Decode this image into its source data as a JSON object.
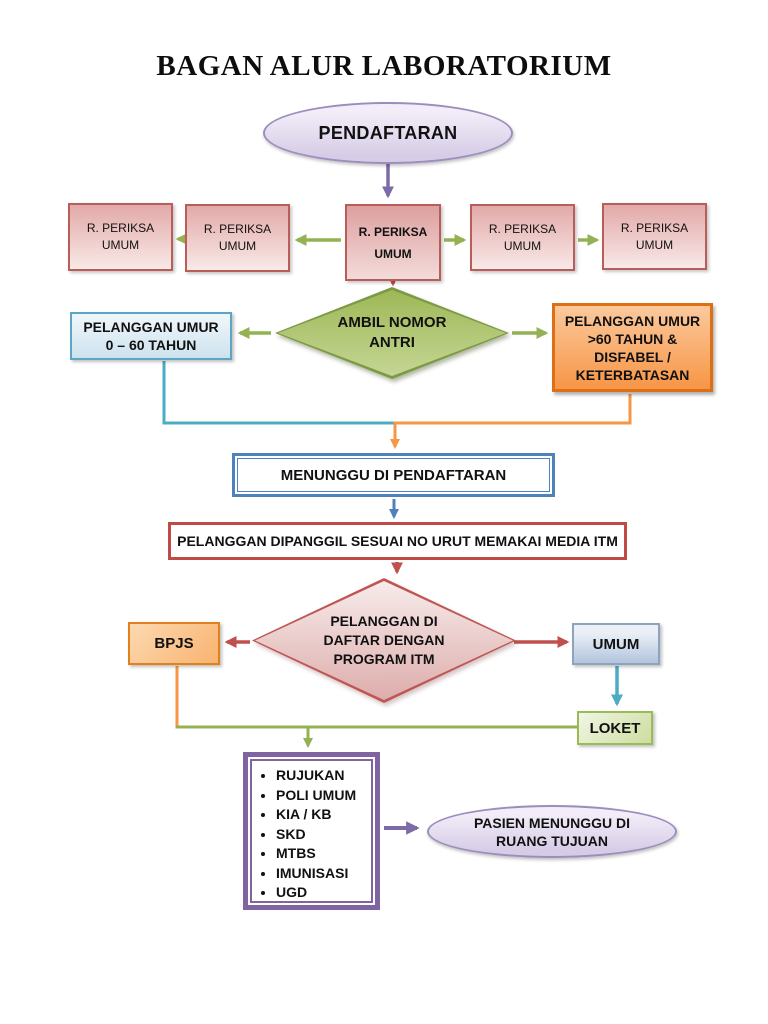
{
  "title": "BAGAN ALUR LABORATORIUM",
  "theme": {
    "accent_blue": "#4F81BD",
    "accent_red": "#C0504D",
    "accent_green": "#94B254",
    "accent_purple": "#7D6BA8",
    "accent_aqua": "#4BACC6",
    "accent_orange": "#F79646"
  },
  "flowchart": {
    "start": {
      "label": "PENDAFTARAN"
    },
    "periksa_boxes": [
      {
        "label": "R. PERIKSA UMUM"
      },
      {
        "label": "R. PERIKSA UMUM"
      },
      {
        "label": "R. PERIKSA UMUM"
      },
      {
        "label": "R. PERIKSA UMUM"
      },
      {
        "label": "R. PERIKSA UMUM"
      }
    ],
    "ambil_nomor": {
      "lines": [
        "AMBIL NOMOR",
        "ANTRI"
      ]
    },
    "umur_0_60": {
      "lines": [
        "PELANGGAN UMUR",
        "0 – 60 TAHUN"
      ]
    },
    "umur_60_plus": {
      "lines": [
        "PELANGGAN UMUR",
        ">60 TAHUN &",
        "DISFABEL /",
        "KETERBATASAN"
      ]
    },
    "menunggu": {
      "label": "MENUNGGU DI PENDAFTARAN"
    },
    "dipanggil": {
      "label": "PELANGGAN DIPANGGIL SESUAI NO URUT MEMAKAI MEDIA ITM"
    },
    "daftar_itm": {
      "lines": [
        "PELANGGAN DI",
        "DAFTAR DENGAN",
        "PROGRAM ITM"
      ]
    },
    "bpjs": {
      "label": "BPJS"
    },
    "umum": {
      "label": "UMUM"
    },
    "loket": {
      "label": "LOKET"
    },
    "destinations": {
      "items": [
        "RUJUKAN",
        "POLI UMUM",
        "KIA / KB",
        "SKD",
        "MTBS",
        "IMUNISASI",
        "UGD"
      ]
    },
    "pasien": {
      "lines": [
        "PASIEN MENUNGGU DI",
        "RUANG TUJUAN"
      ]
    }
  }
}
